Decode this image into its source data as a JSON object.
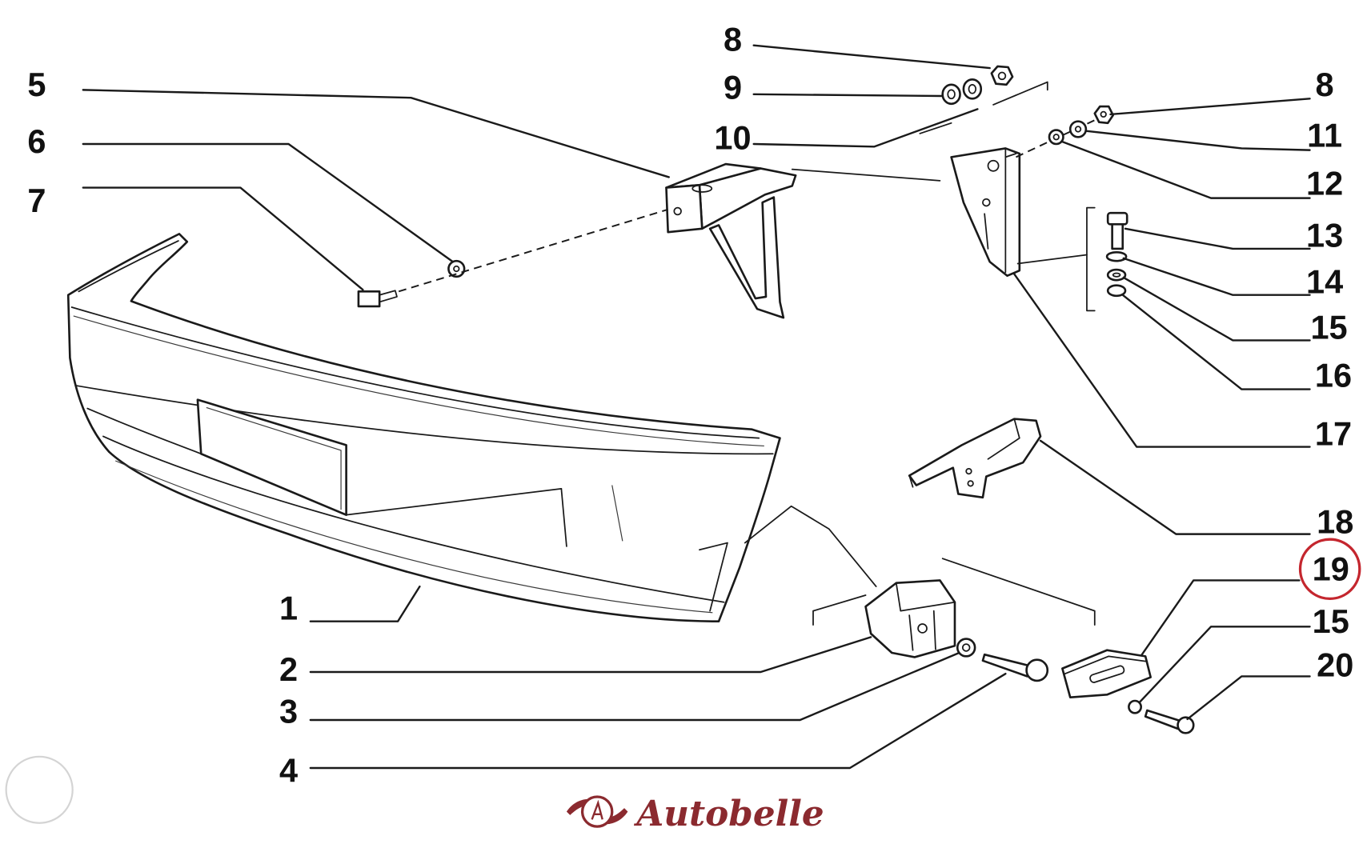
{
  "diagram": {
    "callouts_top": [
      {
        "label": "8"
      },
      {
        "label": "9"
      },
      {
        "label": "10"
      }
    ],
    "callouts_left": [
      {
        "label": "5"
      },
      {
        "label": "6"
      },
      {
        "label": "7"
      }
    ],
    "callouts_right": [
      {
        "label": "8"
      },
      {
        "label": "11"
      },
      {
        "label": "12"
      },
      {
        "label": "13"
      },
      {
        "label": "14"
      },
      {
        "label": "15"
      },
      {
        "label": "16"
      },
      {
        "label": "17"
      },
      {
        "label": "18"
      },
      {
        "label": "19",
        "highlighted": true
      },
      {
        "label": "15"
      },
      {
        "label": "20"
      }
    ],
    "callouts_bottom_left": [
      {
        "label": "1"
      },
      {
        "label": "2"
      },
      {
        "label": "3"
      },
      {
        "label": "4"
      }
    ]
  },
  "colors": {
    "background": "#ffffff",
    "line": "#1a1a1a",
    "highlight_ring": "#c4262e",
    "brand": "#8b2a2f",
    "corner_circle": "#d4d4d4"
  },
  "logo": {
    "text": "Autobelle",
    "emblem_icon": "winged-badge-icon"
  }
}
